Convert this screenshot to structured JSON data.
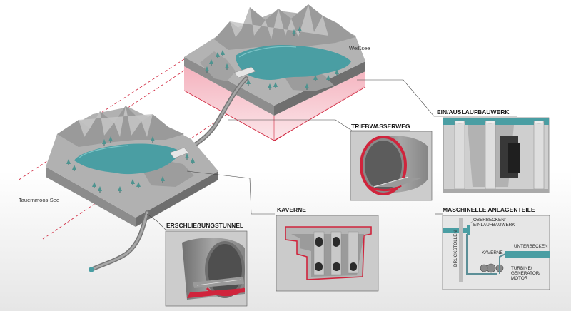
{
  "lakes": {
    "upper": "Weißsee",
    "lower": "Tauernmoos-See"
  },
  "panels": {
    "ein_auslauf": {
      "title": "EIN/AUSLAUFBAUWERK"
    },
    "triebwasserweg": {
      "title": "TRIEBWASSERWEG"
    },
    "kaverne": {
      "title": "KAVERNE"
    },
    "erschliessung": {
      "title": "ERSCHLIEẞUNGSTUNNEL"
    },
    "maschinelle": {
      "title": "MASCHINELLE ANLAGENTEILE",
      "labels": {
        "oberbecken_1": "OBERBECKEN/",
        "oberbecken_2": "EINLAUFBAUWERK",
        "unterbecken": "UNTERBECKEN",
        "kaverne": "KAVERNE",
        "druckstollen": "DRUCKSTOLLEN",
        "turbine_1": "TURBINE/",
        "turbine_2": "GENERATOR/",
        "turbine_3": "MOTOR"
      }
    }
  },
  "colors": {
    "accent_red": "#d0243c",
    "water": "#4a9ea3",
    "rock": "#a9a9a9",
    "rock_dark": "#7f7f7f",
    "tree": "#4e9490",
    "panel_bg": "#c8c8c8",
    "pink": "#f6c3cc"
  }
}
